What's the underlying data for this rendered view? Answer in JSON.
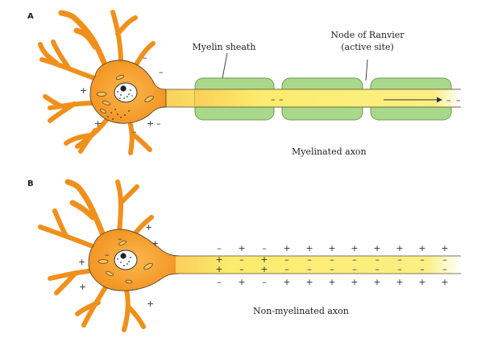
{
  "panels": [
    {
      "letter": "A",
      "caption": "Myelinated axon",
      "labels": {
        "myelin": "Myelin sheath",
        "node_line1": "Node of Ranvier",
        "node_line2": "(active site)"
      }
    },
    {
      "letter": "B",
      "caption": "Non-myelinated axon"
    }
  ],
  "colors": {
    "soma_dark": "#f08c1a",
    "soma_light": "#fbb24a",
    "axon": "#fbec6e",
    "myelin_fill": "#a9d88a",
    "myelin_stroke": "#6f9d54",
    "outline": "#5a4630"
  },
  "signs": {
    "plus": "+",
    "minus": "–"
  }
}
